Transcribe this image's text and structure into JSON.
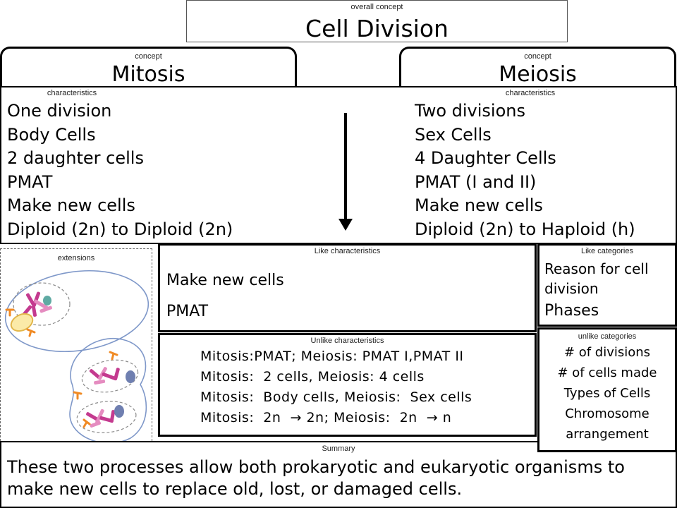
{
  "overall": {
    "label": "overall concept",
    "title": "Cell Division"
  },
  "concepts": [
    {
      "label": "concept",
      "title": "Mitosis"
    },
    {
      "label": "concept",
      "title": "Meiosis"
    }
  ],
  "characteristics": {
    "left": {
      "label": "characteristics",
      "items": [
        "One division",
        "Body Cells",
        "2 daughter cells",
        "PMAT",
        "Make new cells",
        "Diploid (2n) to Diploid (2n)"
      ]
    },
    "right": {
      "label": "characteristics",
      "items": [
        "Two divisions",
        "Sex Cells",
        "4 Daughter Cells",
        "PMAT (I and II)",
        "Make new cells",
        "Diploid (2n) to Haploid (h)"
      ]
    }
  },
  "extensions": {
    "label": "extensions"
  },
  "like_characteristics": {
    "label": "Like characteristics",
    "items": [
      "Make new cells",
      "PMAT"
    ]
  },
  "like_categories": {
    "label": "Like categories",
    "items": [
      "Reason for cell division",
      "Phases"
    ]
  },
  "unlike_characteristics": {
    "label": "Unlike characteristics",
    "items": [
      "Mitosis:PMAT; Meiosis: PMAT I,PMAT II",
      "Mitosis:  2 cells, Meiosis: 4 cells",
      "Mitosis:  Body cells, Meiosis:  Sex cells",
      "Mitosis:  2n  → 2n; Meiosis:  2n  → n"
    ]
  },
  "unlike_categories": {
    "label": "unlike categories",
    "items": [
      "# of divisions",
      "# of cells made",
      "Types of Cells",
      "Chromosome arrangement"
    ]
  },
  "summary": {
    "label": "Summary",
    "text": "These two processes allow both prokaryotic and eukaryotic organisms to make new cells to replace old, lost, or damaged cells."
  },
  "colors": {
    "membrane": "#7f98c9",
    "nucleus": "#8a8a8a",
    "chromosome": "#c43a8f",
    "chromosome_light": "#e58cc0",
    "nucleolus": "#6f7fb0",
    "nucleolus_alt": "#5faaa3",
    "centriole": "#f08a24",
    "spindle_fill": "#fbeaa8",
    "spindle_stroke": "#e2b64a"
  },
  "icons": {
    "down_arrow": "down-arrow-icon",
    "cell_illustrations": [
      "interphase-cell-illustration",
      "dividing-cell-illustration"
    ]
  }
}
